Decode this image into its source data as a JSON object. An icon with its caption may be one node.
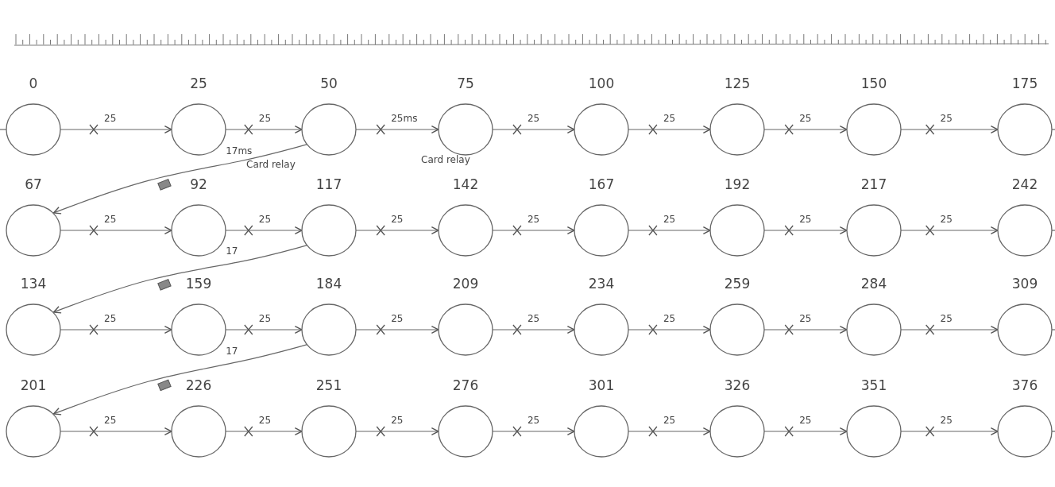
{
  "diagram": {
    "nodes": [
      {
        "text": [
          "0"
        ]
      },
      {
        "text": [
          "25"
        ]
      },
      {
        "text": [
          "50"
        ]
      },
      {
        "text": [
          "75"
        ]
      },
      {
        "text": [
          "100"
        ]
      },
      {
        "text": [
          "125"
        ]
      },
      {
        "text": [
          "150"
        ]
      },
      {
        "text": [
          "175"
        ]
      },
      {
        "text": [
          "67"
        ]
      },
      {
        "text": [
          "92"
        ]
      },
      {
        "text": [
          "117"
        ]
      },
      {
        "text": [
          "142"
        ]
      },
      {
        "text": [
          "167"
        ]
      },
      {
        "text": [
          "192"
        ]
      },
      {
        "text": [
          "217"
        ]
      },
      {
        "text": [
          "242"
        ]
      },
      {
        "text": [
          "134"
        ]
      },
      {
        "text": [
          "159"
        ]
      },
      {
        "text": [
          "184"
        ]
      },
      {
        "text": [
          "209"
        ]
      },
      {
        "text": [
          "234"
        ]
      },
      {
        "text": [
          "259"
        ]
      },
      {
        "text": [
          "284"
        ]
      },
      {
        "text": [
          "309"
        ]
      },
      {
        "text": [
          "201"
        ]
      },
      {
        "text": [
          "226"
        ]
      },
      {
        "text": [
          "251"
        ]
      },
      {
        "text": [
          "276"
        ]
      },
      {
        "text": [
          "301"
        ]
      },
      {
        "text": [
          "326"
        ]
      },
      {
        "text": [
          "351"
        ]
      },
      {
        "text": [
          "376"
        ]
      }
    ],
    "edges": [
      {
        "from": null,
        "to": 0,
        "arrow": "none"
      },
      {
        "from": 0,
        "to": 1,
        "arrow": "to",
        "label": "25"
      },
      {
        "from": 1,
        "to": 2,
        "arrow": "to",
        "label": "25"
      },
      {
        "from": 2,
        "to": 3,
        "arrow": "to",
        "label": "25ms"
      },
      {
        "from": 3,
        "to": 4,
        "arrow": "to",
        "label": "25"
      },
      {
        "from": 4,
        "to": 5,
        "arrow": "to",
        "label": "25"
      },
      {
        "from": 5,
        "to": 6,
        "arrow": "to",
        "label": "25"
      },
      {
        "from": 6,
        "to": 7,
        "arrow": "to",
        "label": "25"
      },
      {
        "from": 7,
        "to": null,
        "arrow": "none"
      },
      {
        "from": 2,
        "to": 8,
        "arrow": "to",
        "label": "17ms"
      },
      {
        "from": 8,
        "to": 9,
        "arrow": "to",
        "label": "25"
      },
      {
        "from": 9,
        "to": 10,
        "arrow": "to",
        "label": "25"
      },
      {
        "from": 10,
        "to": 11,
        "arrow": "to",
        "label": "25"
      },
      {
        "from": 11,
        "to": 12,
        "arrow": "to",
        "label": "25"
      },
      {
        "from": 12,
        "to": 13,
        "arrow": "to",
        "label": "25"
      },
      {
        "from": 13,
        "to": 14,
        "arrow": "to",
        "label": "25"
      },
      {
        "from": 14,
        "to": 15,
        "arrow": "to",
        "label": "25"
      },
      {
        "from": 15,
        "to": null,
        "arrow": "none"
      },
      {
        "from": 10,
        "to": 16,
        "arrow": "to",
        "label": "17"
      },
      {
        "from": 16,
        "to": 17,
        "arrow": "to",
        "label": "25"
      },
      {
        "from": 17,
        "to": 18,
        "arrow": "to",
        "label": "25"
      },
      {
        "from": 18,
        "to": 19,
        "arrow": "to",
        "label": "25"
      },
      {
        "from": 19,
        "to": 20,
        "arrow": "to",
        "label": "25"
      },
      {
        "from": 20,
        "to": 21,
        "arrow": "to",
        "label": "25"
      },
      {
        "from": 21,
        "to": 22,
        "arrow": "to",
        "label": "25"
      },
      {
        "from": 22,
        "to": 23,
        "arrow": "to",
        "label": "25"
      },
      {
        "from": 23,
        "to": null,
        "arrow": "none"
      },
      {
        "from": 18,
        "to": 24,
        "arrow": "to",
        "label": "17"
      },
      {
        "from": 24,
        "to": 25,
        "arrow": "to",
        "label": "25"
      },
      {
        "from": 25,
        "to": 26,
        "arrow": "to",
        "label": "25"
      },
      {
        "from": 26,
        "to": 27,
        "arrow": "to",
        "label": "25"
      },
      {
        "from": 27,
        "to": 28,
        "arrow": "to",
        "label": "25"
      },
      {
        "from": 28,
        "to": 29,
        "arrow": "to",
        "label": "25"
      },
      {
        "from": 29,
        "to": 30,
        "arrow": "to",
        "label": "25"
      },
      {
        "from": 30,
        "to": 31,
        "arrow": "to",
        "label": "25"
      },
      {
        "from": 31,
        "to": null,
        "arrow": "none"
      }
    ],
    "labels": [
      "Card relay",
      "Card relay"
    ]
  }
}
